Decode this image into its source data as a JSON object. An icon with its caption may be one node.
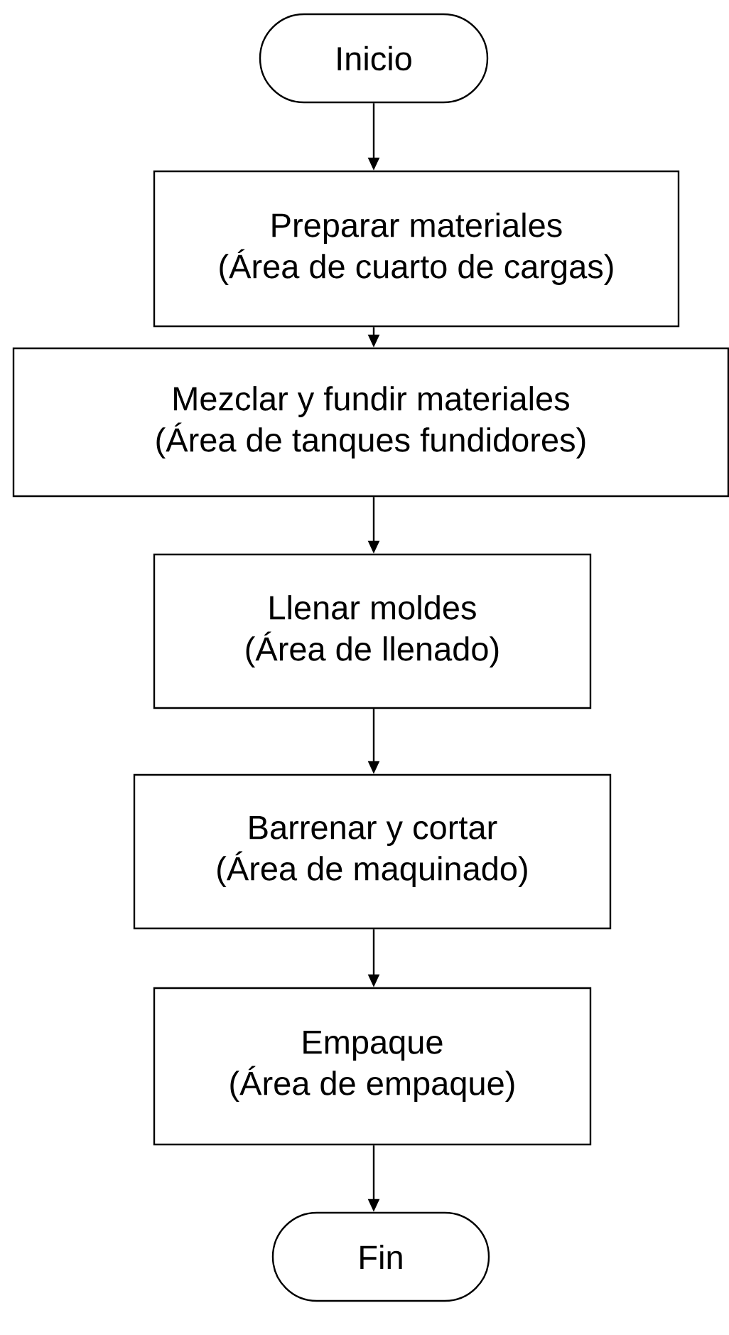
{
  "diagram": {
    "nodes": [
      {
        "text": [
          "Inicio"
        ]
      },
      {
        "text": [
          "Preparar materiales",
          "(Área de cuarto de cargas)"
        ]
      },
      {
        "text": [
          "Mezclar y fundir materiales",
          "(Área de tanques fundidores)"
        ]
      },
      {
        "text": [
          "Llenar moldes",
          "(Área de llenado)"
        ]
      },
      {
        "text": [
          "Barrenar y cortar",
          "(Área de maquinado)"
        ]
      },
      {
        "text": [
          "Empaque",
          "(Área de empaque)"
        ]
      },
      {
        "text": [
          "Fin"
        ]
      }
    ],
    "edges": [
      {
        "from": 0,
        "to": 1,
        "arrow": "to"
      },
      {
        "from": 1,
        "to": 2,
        "arrow": "to"
      },
      {
        "from": 2,
        "to": 3,
        "arrow": "to"
      },
      {
        "from": 3,
        "to": 4,
        "arrow": "to"
      },
      {
        "from": 4,
        "to": 5,
        "arrow": "to"
      },
      {
        "from": 5,
        "to": 6,
        "arrow": "to"
      }
    ]
  }
}
